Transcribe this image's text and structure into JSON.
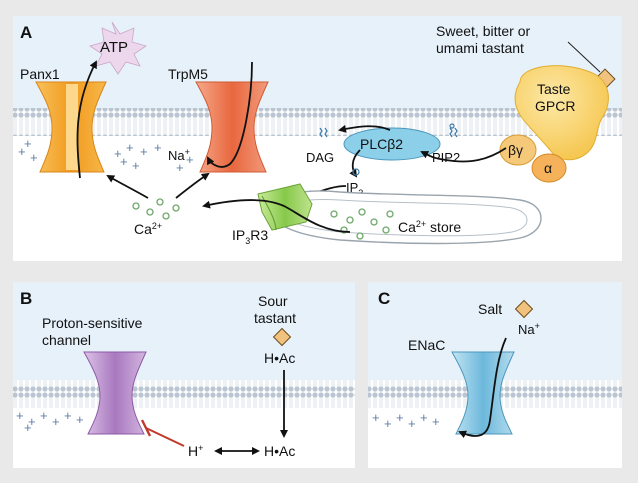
{
  "panels": {
    "A": {
      "letter": "A",
      "tastant": {
        "line1": "Sweet, bitter or",
        "line2": "umami tastant"
      },
      "receptor": {
        "line1": "Taste",
        "line2": "GPCR"
      },
      "gprotein": {
        "beta_gamma": "βγ",
        "alpha": "α"
      },
      "channels": {
        "panx1": "Panx1",
        "trpm5": "TrpM5"
      },
      "atp": "ATP",
      "enzyme": "PLCβ2",
      "molecules": {
        "dag": "DAG",
        "pip2": "PIP2",
        "ip3": "IP",
        "ip3_sub": "3",
        "na": "Na",
        "na_sup": "+",
        "ca": "Ca",
        "ca_sup": "2+"
      },
      "ip3r3": {
        "main": "IP",
        "sub": "3",
        "tail": "R3"
      },
      "store": {
        "ca": "Ca",
        "sup": "2+",
        "label": " store"
      }
    },
    "B": {
      "letter": "B",
      "channel": {
        "line1": "Proton-sensitive",
        "line2": "channel"
      },
      "tastant": {
        "line1": "Sour",
        "line2": "tastant"
      },
      "hac": "H•Ac",
      "h": "H",
      "h_sup": "+"
    },
    "C": {
      "letter": "C",
      "salt": "Salt",
      "na": "Na",
      "na_sup": "+",
      "enac": "ENaC"
    }
  },
  "colors": {
    "background": "#e9e9ea",
    "panel": "#ffffff",
    "extracellular": "#e7f1fa",
    "membrane_head": "#b9c6d2",
    "panx1": "#f4a52a",
    "trpm5": "#ef7f5c",
    "receptor": "#fbd56b",
    "plc": "#8ccfe9",
    "ip3r": "#a6d86a",
    "proton_channel": "#c39bd3",
    "enac": "#8fcbe6",
    "inhibit": "#c0392b",
    "diamond": "#f1c27d"
  }
}
